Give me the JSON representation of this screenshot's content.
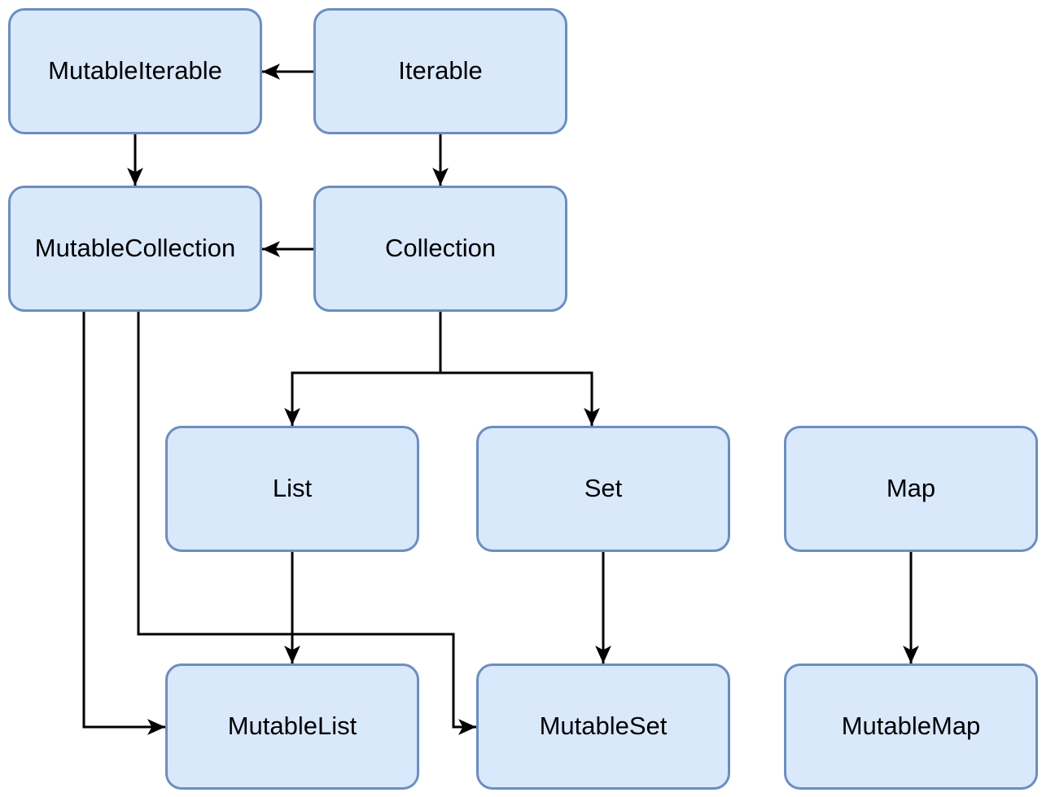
{
  "colors": {
    "background": "#ffffff",
    "node_fill": "#dae8fc",
    "node_border": "#6c8ebf",
    "arrow": "#000000",
    "text": "#000000"
  },
  "nodes": [
    {
      "id": "mutable-iterable",
      "label": "MutableIterable"
    },
    {
      "id": "iterable",
      "label": "Iterable"
    },
    {
      "id": "mutable-collection",
      "label": "MutableCollection"
    },
    {
      "id": "collection",
      "label": "Collection"
    },
    {
      "id": "list",
      "label": "List"
    },
    {
      "id": "set",
      "label": "Set"
    },
    {
      "id": "map",
      "label": "Map"
    },
    {
      "id": "mutable-list",
      "label": "MutableList"
    },
    {
      "id": "mutable-set",
      "label": "MutableSet"
    },
    {
      "id": "mutable-map",
      "label": "MutableMap"
    }
  ],
  "edges": [
    {
      "from": "Iterable",
      "to": "MutableIterable"
    },
    {
      "from": "MutableIterable",
      "to": "MutableCollection"
    },
    {
      "from": "Iterable",
      "to": "Collection"
    },
    {
      "from": "Collection",
      "to": "MutableCollection"
    },
    {
      "from": "Collection",
      "to": "List"
    },
    {
      "from": "Collection",
      "to": "Set"
    },
    {
      "from": "List",
      "to": "MutableList"
    },
    {
      "from": "Set",
      "to": "MutableSet"
    },
    {
      "from": "Map",
      "to": "MutableMap"
    },
    {
      "from": "MutableCollection",
      "to": "MutableList"
    },
    {
      "from": "MutableCollection",
      "to": "MutableSet"
    }
  ]
}
